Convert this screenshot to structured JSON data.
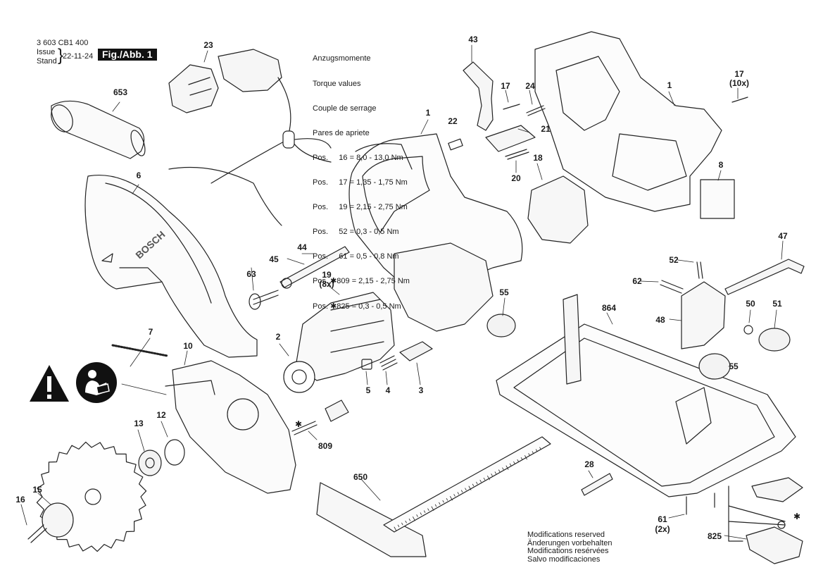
{
  "header": {
    "part_number": "3 603 CB1 400",
    "issue_label": "Issue",
    "stand_label": "Stand",
    "date": "22-11-24",
    "figure_label": "Fig./Abb. 1"
  },
  "torque": {
    "titles": [
      "Anzugsmomente",
      "Torque values",
      "Couple de serrage",
      "Pares de apriete"
    ],
    "rows": [
      "Pos.     16 = 8,0 - 13,0 Nm",
      "Pos.     17 = 1,35 - 1,75 Nm",
      "Pos.     19 = 2,15 - 2,75 Nm",
      "Pos.     52 = 0,3 - 0,5 Nm",
      "Pos.     61 = 0,5 - 0,8 Nm",
      "Pos. ✱809 = 2,15 - 2,75 Nm",
      "Pos. ✱825 = 0,3 - 0,5 Nm"
    ]
  },
  "modifications": [
    "Modifications reserved",
    "Änderungen vorbehalten",
    "Modifications resérvées",
    "Salvo modificaciones"
  ],
  "brand_mark": "BOSCH",
  "part_labels": {
    "p1a": "1",
    "p1b": "1",
    "p2": "2",
    "p3": "3",
    "p4": "4",
    "p5": "5",
    "p6": "6",
    "p7": "7",
    "p8": "8",
    "p10": "10",
    "p12": "12",
    "p13": "13",
    "p15": "15",
    "p16": "16",
    "p17a": "17",
    "p17b": "17",
    "p17b_qty": "(10x)",
    "p18": "18",
    "p19": "19",
    "p19_qty": "(8x)",
    "p20": "20",
    "p21": "21",
    "p22": "22",
    "p23": "23",
    "p24": "24",
    "p28": "28",
    "p43": "43",
    "p44": "44",
    "p45": "45",
    "p47": "47",
    "p48": "48",
    "p50": "50",
    "p51": "51",
    "p52": "52",
    "p55a": "55",
    "p55b": "55",
    "p61": "61",
    "p61_qty": "(2x)",
    "p62": "62",
    "p63": "63",
    "p650": "650",
    "p653": "653",
    "p809": "809",
    "p825": "825",
    "p864": "864",
    "star_a": "✱",
    "star_b": "✱"
  },
  "icons": [
    "warning-triangle-icon",
    "read-manual-icon"
  ]
}
